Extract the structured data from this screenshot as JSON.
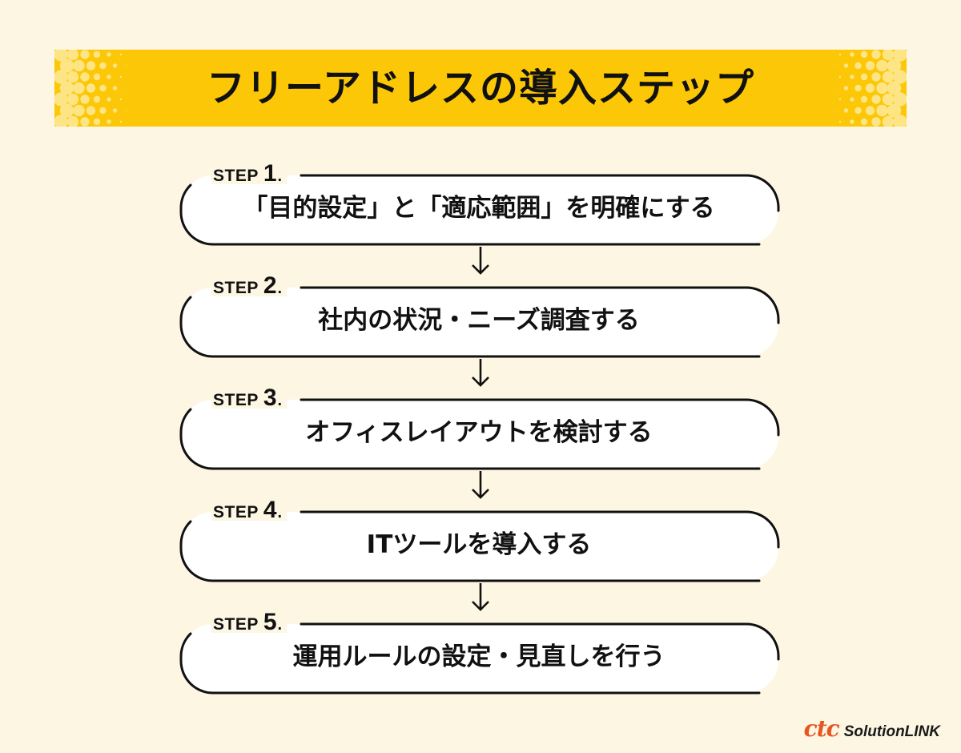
{
  "title": "フリーアドレスの導入ステップ",
  "colors": {
    "background": "#fdf6e3",
    "accent_yellow": "#fbc707",
    "dot_light": "#fde585",
    "text": "#111111",
    "logo_orange": "#e8551f"
  },
  "steps": [
    {
      "step_word": "STEP",
      "number": "1",
      "text": "「目的設定」と「適応範囲」を明確にする"
    },
    {
      "step_word": "STEP",
      "number": "2",
      "text": "社内の状況・ニーズ調査する"
    },
    {
      "step_word": "STEP",
      "number": "3",
      "text": "オフィスレイアウトを検討する"
    },
    {
      "step_word": "STEP",
      "number": "4",
      "text": "ITツールを導入する"
    },
    {
      "step_word": "STEP",
      "number": "5",
      "text": "運用ルールの設定・見直しを行う"
    }
  ],
  "logo": {
    "brand": "ctc",
    "product": "SolutionLINK"
  }
}
